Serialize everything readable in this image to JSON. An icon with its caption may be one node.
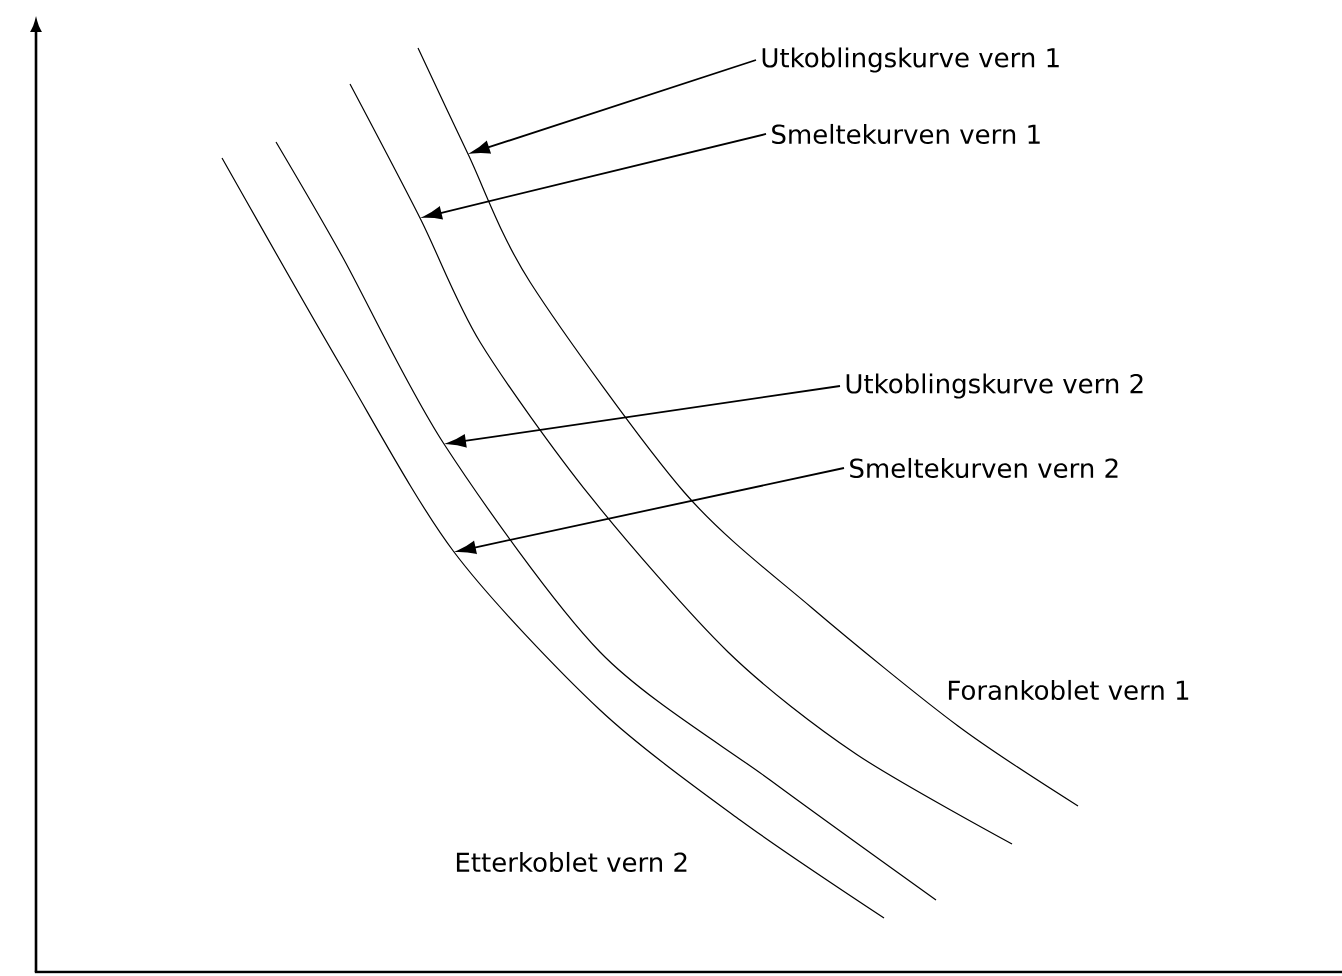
{
  "diagram": {
    "nodes": [
      {
        "text": [
          "Utkoblingskurve vern 1"
        ]
      },
      {
        "text": [
          "Smeltekurven vern 1"
        ]
      },
      {
        "text": [
          "Utkoblingskurve vern 2"
        ]
      },
      {
        "text": [
          "Smeltekurven vern 2"
        ]
      }
    ],
    "edges": [
      {
        "from": 0,
        "to": null,
        "arrow": "to"
      },
      {
        "from": 1,
        "to": null,
        "arrow": "to"
      },
      {
        "from": 2,
        "to": null,
        "arrow": "to"
      },
      {
        "from": 3,
        "to": null,
        "arrow": "to"
      }
    ],
    "labels": [
      "Forankoblet vern 1",
      "Etterkoblet vern 2"
    ]
  }
}
